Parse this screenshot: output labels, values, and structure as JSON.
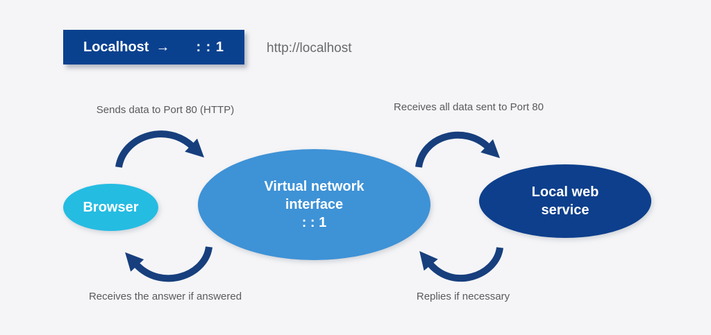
{
  "header": {
    "box": {
      "label": "Localhost",
      "arrow_icon": "→",
      "value": ": : 1"
    },
    "url": "http://localhost"
  },
  "nodes": {
    "browser": {
      "label": "Browser",
      "color": "#25bce2"
    },
    "virtual_interface": {
      "lines": [
        "Virtual network",
        "interface",
        ": : 1"
      ],
      "color": "#3e92d6"
    },
    "local_web_service": {
      "lines": [
        "Local web",
        "service"
      ],
      "color": "#0d3f8c"
    }
  },
  "flows": {
    "send": "Sends data to Port 80 (HTTP)",
    "receive_all": "Receives all data sent to Port 80",
    "receive_answer": "Receives the answer if answered",
    "replies": "Replies if necessary"
  },
  "colors": {
    "background": "#f5f5f7",
    "header_box": "#0a418f",
    "arrow": "#173f7d",
    "flow_label_text": "#5a5a5c",
    "url_text": "#696a6c",
    "node_text": "#ffffff"
  }
}
